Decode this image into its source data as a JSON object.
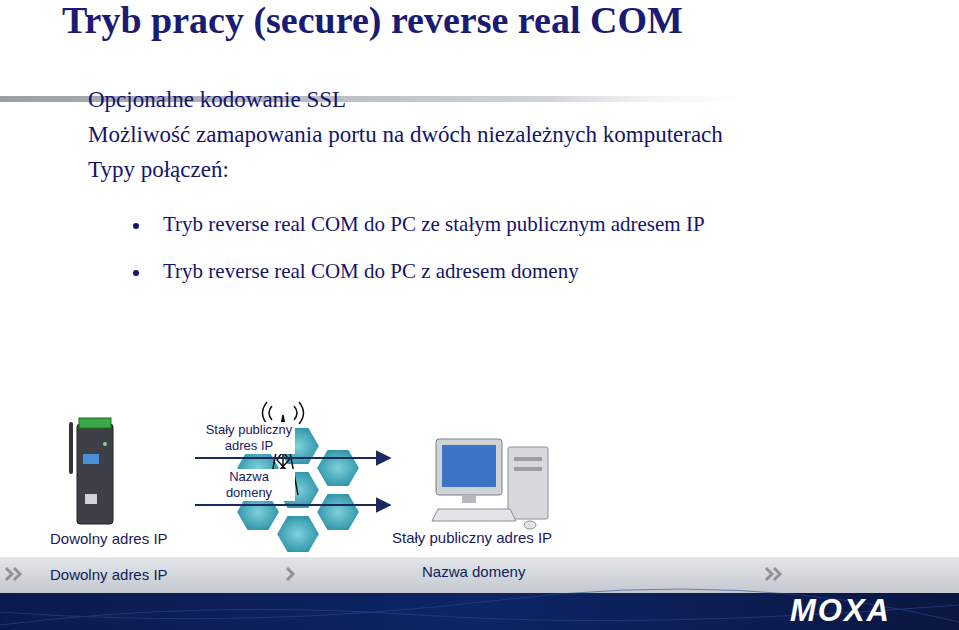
{
  "diagram": {
    "title": "Tryb pracy (secure) reverse real COM",
    "nodes": [
      {
        "text": [
          "Dowolny adres IP"
        ]
      },
      {
        "text": [
          "Stały publiczny adres IP"
        ]
      }
    ],
    "edges": [
      {
        "from": 0,
        "to": 1,
        "label": "Stały publiczny adres IP",
        "arrow": "to"
      },
      {
        "from": 0,
        "to": 1,
        "label": "Nazwa domeny",
        "arrow": "to"
      }
    ],
    "labels": [
      "Opcjonalne kodowanie SSL",
      "Możliwość zamapowania portu na dwóch niezależnych komputerach",
      "Typy połączeń:",
      "Tryb reverse real COM do PC ze stałym publicznym adresem IP",
      "Tryb reverse real COM do PC z adresem domeny",
      "Dowolny adres IP",
      "Nazwa domeny",
      "MOXA"
    ]
  }
}
